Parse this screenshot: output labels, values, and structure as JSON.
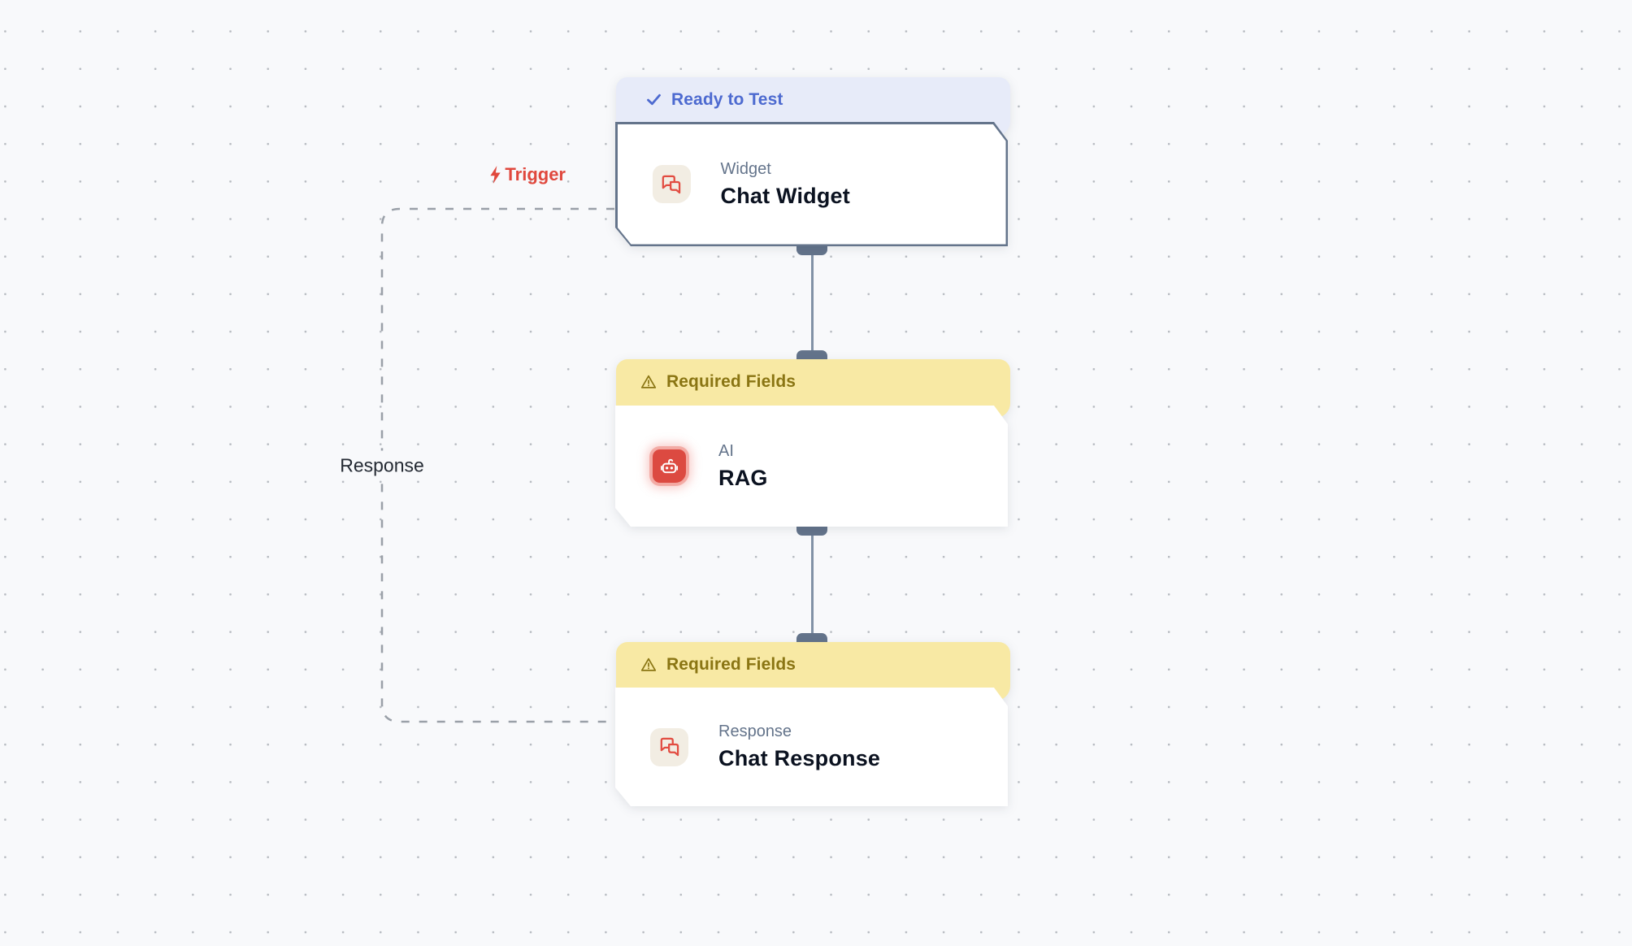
{
  "app": {
    "view": "workflow-canvas"
  },
  "colors": {
    "canvas_bg": "#F8F9FB",
    "grid_dot": "#B7BBC1",
    "node_border": "#64748B",
    "ready_badge_bg": "#E7EBF9",
    "ready_badge_text": "#4D6AD0",
    "warning_badge_bg": "#F8E9A4",
    "warning_badge_text": "#8A7513",
    "accent_red": "#E0483D",
    "icon_red": "#DC4A41",
    "icon_cream_bg": "#F2EDE3",
    "title_text": "#0B1220",
    "subtitle_text": "#64748B",
    "edge": "#8292A6",
    "dashed_edge": "#9AA0A8"
  },
  "nodes": [
    {
      "badge": {
        "label": "Ready to Test",
        "icon": "check-icon"
      },
      "subtitle": "Widget",
      "title": "Chat Widget",
      "icon": "chat-bubbles-icon"
    },
    {
      "badge": {
        "label": "Required Fields",
        "icon": "warning-icon"
      },
      "subtitle": "AI",
      "title": "RAG",
      "icon": "robot-icon"
    },
    {
      "badge": {
        "label": "Required Fields",
        "icon": "warning-icon"
      },
      "subtitle": "Response",
      "title": "Chat Response",
      "icon": "chat-bubbles-icon"
    }
  ],
  "edge_labels": {
    "trigger": "Trigger",
    "response": "Response"
  }
}
